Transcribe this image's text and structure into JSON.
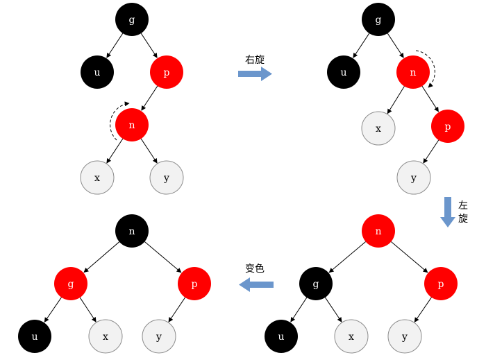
{
  "colors": {
    "red": "#ff0000",
    "black": "#000000",
    "empty": "#f2f2f2",
    "empty_stroke": "#8c8c8c",
    "step_arrow": "#6b96cc"
  },
  "steps": {
    "rotate_right": "右旋",
    "rotate_left_line1": "左",
    "rotate_left_line2": "旋",
    "recolor": "变色"
  },
  "trees": [
    {
      "id": "initial",
      "nodes": [
        {
          "key": "g",
          "label": "g",
          "color": "black"
        },
        {
          "key": "u",
          "label": "u",
          "color": "black"
        },
        {
          "key": "p",
          "label": "p",
          "color": "red"
        },
        {
          "key": "n",
          "label": "n",
          "color": "red"
        },
        {
          "key": "x",
          "label": "x",
          "color": "empty"
        },
        {
          "key": "y",
          "label": "y",
          "color": "empty"
        }
      ],
      "edges": [
        [
          "g",
          "u"
        ],
        [
          "g",
          "p"
        ],
        [
          "p",
          "n"
        ],
        [
          "n",
          "x"
        ],
        [
          "n",
          "y"
        ]
      ],
      "rotation_marker_on": "n"
    },
    {
      "id": "after-right-rotation",
      "nodes": [
        {
          "key": "g",
          "label": "g",
          "color": "black"
        },
        {
          "key": "u",
          "label": "u",
          "color": "black"
        },
        {
          "key": "n",
          "label": "n",
          "color": "red"
        },
        {
          "key": "x",
          "label": "x",
          "color": "empty"
        },
        {
          "key": "p",
          "label": "p",
          "color": "red"
        },
        {
          "key": "y",
          "label": "y",
          "color": "empty"
        }
      ],
      "edges": [
        [
          "g",
          "u"
        ],
        [
          "g",
          "n"
        ],
        [
          "n",
          "x"
        ],
        [
          "n",
          "p"
        ],
        [
          "p",
          "y"
        ]
      ],
      "rotation_marker_on": "n"
    },
    {
      "id": "after-left-rotation",
      "nodes": [
        {
          "key": "n",
          "label": "n",
          "color": "red"
        },
        {
          "key": "g",
          "label": "g",
          "color": "black"
        },
        {
          "key": "p",
          "label": "p",
          "color": "red"
        },
        {
          "key": "u",
          "label": "u",
          "color": "black"
        },
        {
          "key": "x",
          "label": "x",
          "color": "empty"
        },
        {
          "key": "y",
          "label": "y",
          "color": "empty"
        }
      ],
      "edges": [
        [
          "n",
          "g"
        ],
        [
          "n",
          "p"
        ],
        [
          "g",
          "u"
        ],
        [
          "g",
          "x"
        ],
        [
          "p",
          "y"
        ]
      ]
    },
    {
      "id": "after-recolor",
      "nodes": [
        {
          "key": "n",
          "label": "n",
          "color": "black"
        },
        {
          "key": "g",
          "label": "g",
          "color": "red"
        },
        {
          "key": "p",
          "label": "p",
          "color": "red"
        },
        {
          "key": "u",
          "label": "u",
          "color": "black"
        },
        {
          "key": "x",
          "label": "x",
          "color": "empty"
        },
        {
          "key": "y",
          "label": "y",
          "color": "empty"
        }
      ],
      "edges": [
        [
          "n",
          "g"
        ],
        [
          "n",
          "p"
        ],
        [
          "g",
          "u"
        ],
        [
          "g",
          "x"
        ],
        [
          "p",
          "y"
        ]
      ]
    }
  ]
}
